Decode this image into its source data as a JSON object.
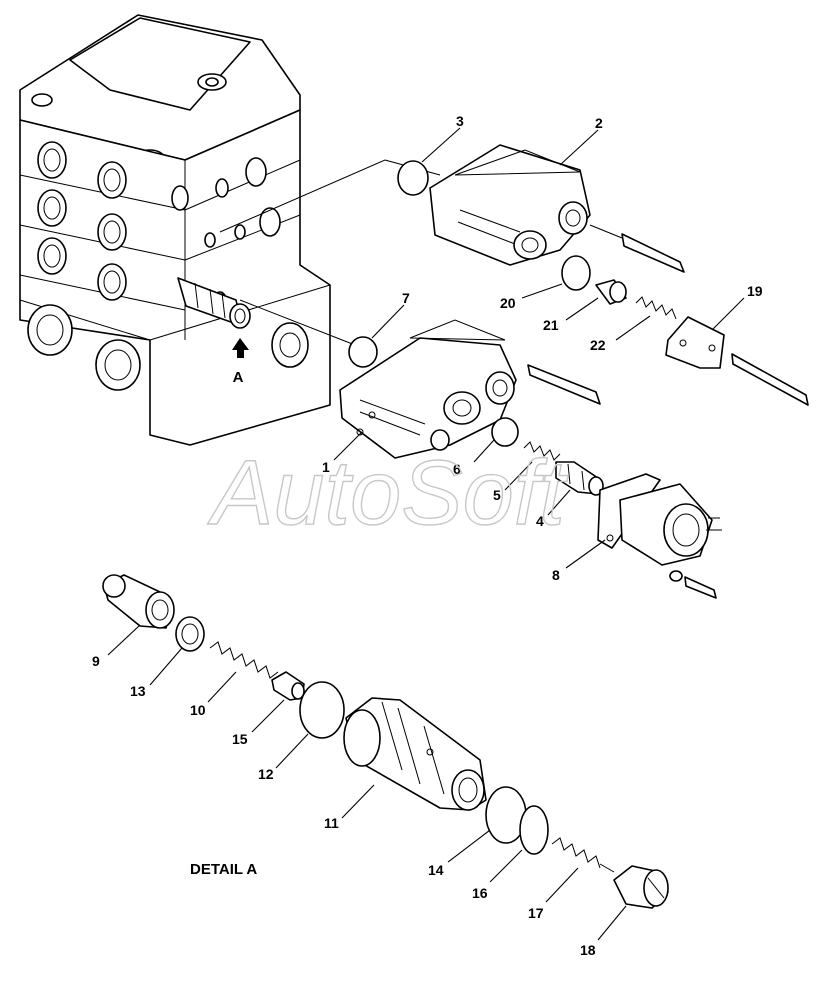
{
  "detail_caption": "DETAIL A",
  "view_marker": "A",
  "watermark": "AutoSoft",
  "callouts": [
    "1",
    "2",
    "3",
    "4",
    "5",
    "6",
    "7",
    "8",
    "9",
    "10",
    "11",
    "12",
    "13",
    "14",
    "15",
    "16",
    "17",
    "18",
    "19",
    "20",
    "21",
    "22"
  ]
}
